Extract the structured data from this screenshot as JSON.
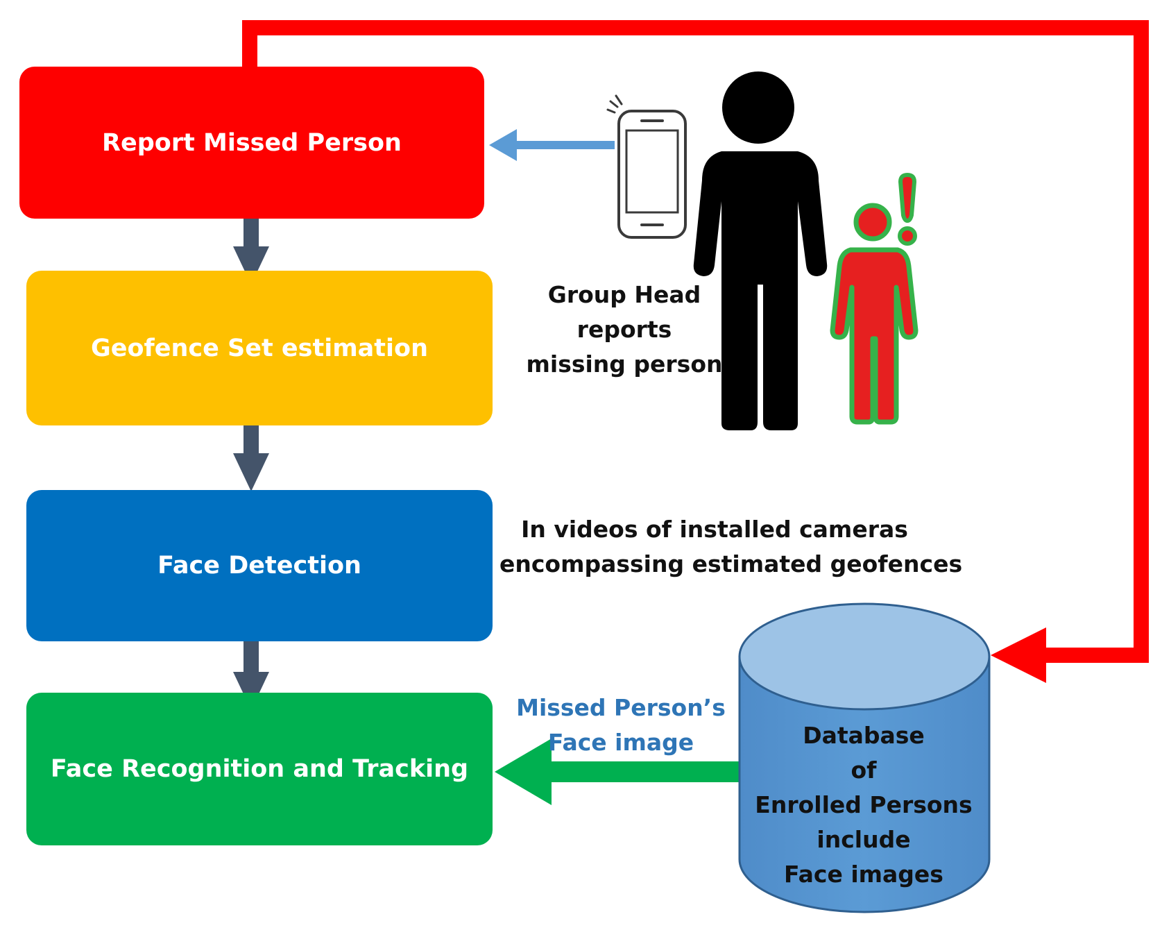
{
  "steps": [
    {
      "label": "Report Missed Person",
      "color": "#fe0000"
    },
    {
      "label": "Geofence Set estimation",
      "color": "#fec000"
    },
    {
      "label": "Face Detection",
      "color": "#0070c0"
    },
    {
      "label": "Face Recognition and Tracking",
      "color": "#00b050"
    }
  ],
  "annotations": {
    "group_head": [
      "Group Head",
      "reports",
      "missing person"
    ],
    "cameras": [
      "In videos of installed cameras",
      "encompassing estimated geofences"
    ],
    "face_image": [
      "Missed Person’s",
      "Face image"
    ],
    "database": [
      "Database",
      "of",
      "Enrolled Persons",
      "include",
      "Face images"
    ]
  },
  "colors": {
    "feedback_arrow": "#fe0000",
    "flow_arrow": "#44546a",
    "phone_arrow": "#5b9bd5",
    "face_arrow": "#00b050",
    "database_body": "#5b9bd5",
    "database_top": "#9dc3e6",
    "face_label": "#2e75b6"
  },
  "icons": [
    "smartphone-icon",
    "adult-silhouette-icon",
    "child-silhouette-icon",
    "exclamation-icon",
    "database-cylinder-icon"
  ]
}
